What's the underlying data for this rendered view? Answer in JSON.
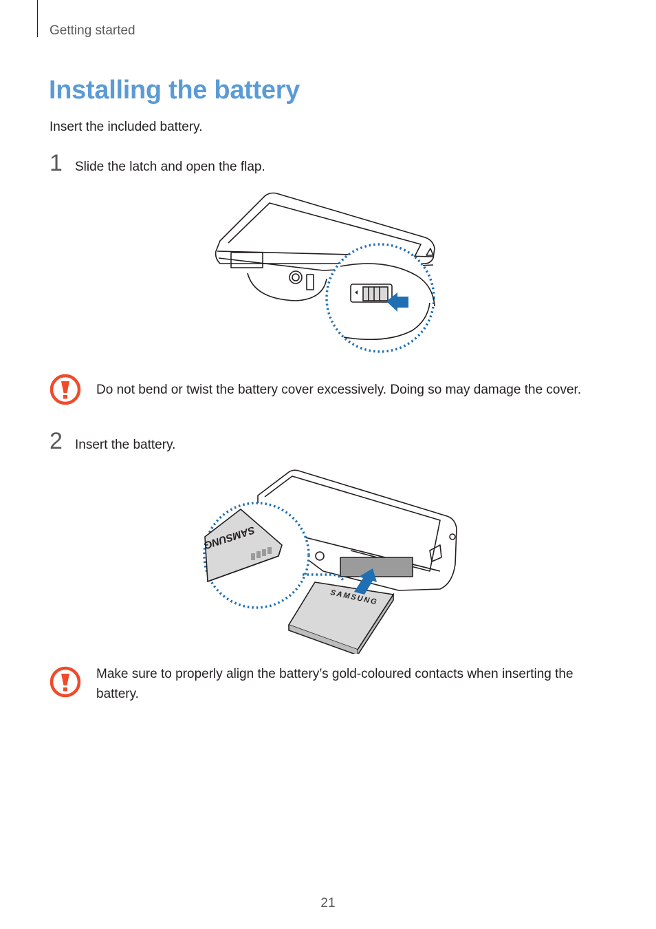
{
  "header": {
    "section": "Getting started"
  },
  "page_title": "Installing the battery",
  "intro": "Insert the included battery.",
  "steps": [
    {
      "number": "1",
      "text": "Slide the latch and open the flap."
    },
    {
      "number": "2",
      "text": "Insert the battery."
    }
  ],
  "notes": [
    {
      "icon": "caution-icon",
      "text": "Do not bend or twist the battery cover excessively. Doing so may damage the cover."
    },
    {
      "icon": "caution-icon",
      "text": "Make sure to properly align the battery’s gold-coloured contacts when inserting the battery."
    }
  ],
  "figures": {
    "latch": {
      "label": "camera-latch-illustration"
    },
    "battery": {
      "label": "battery-insertion-illustration",
      "brand_text": "SAMSUNG"
    }
  },
  "colors": {
    "title": "#5b9bd5",
    "caution": "#ef4b2b",
    "callout": "#1f6fb2"
  },
  "page_number": "21"
}
